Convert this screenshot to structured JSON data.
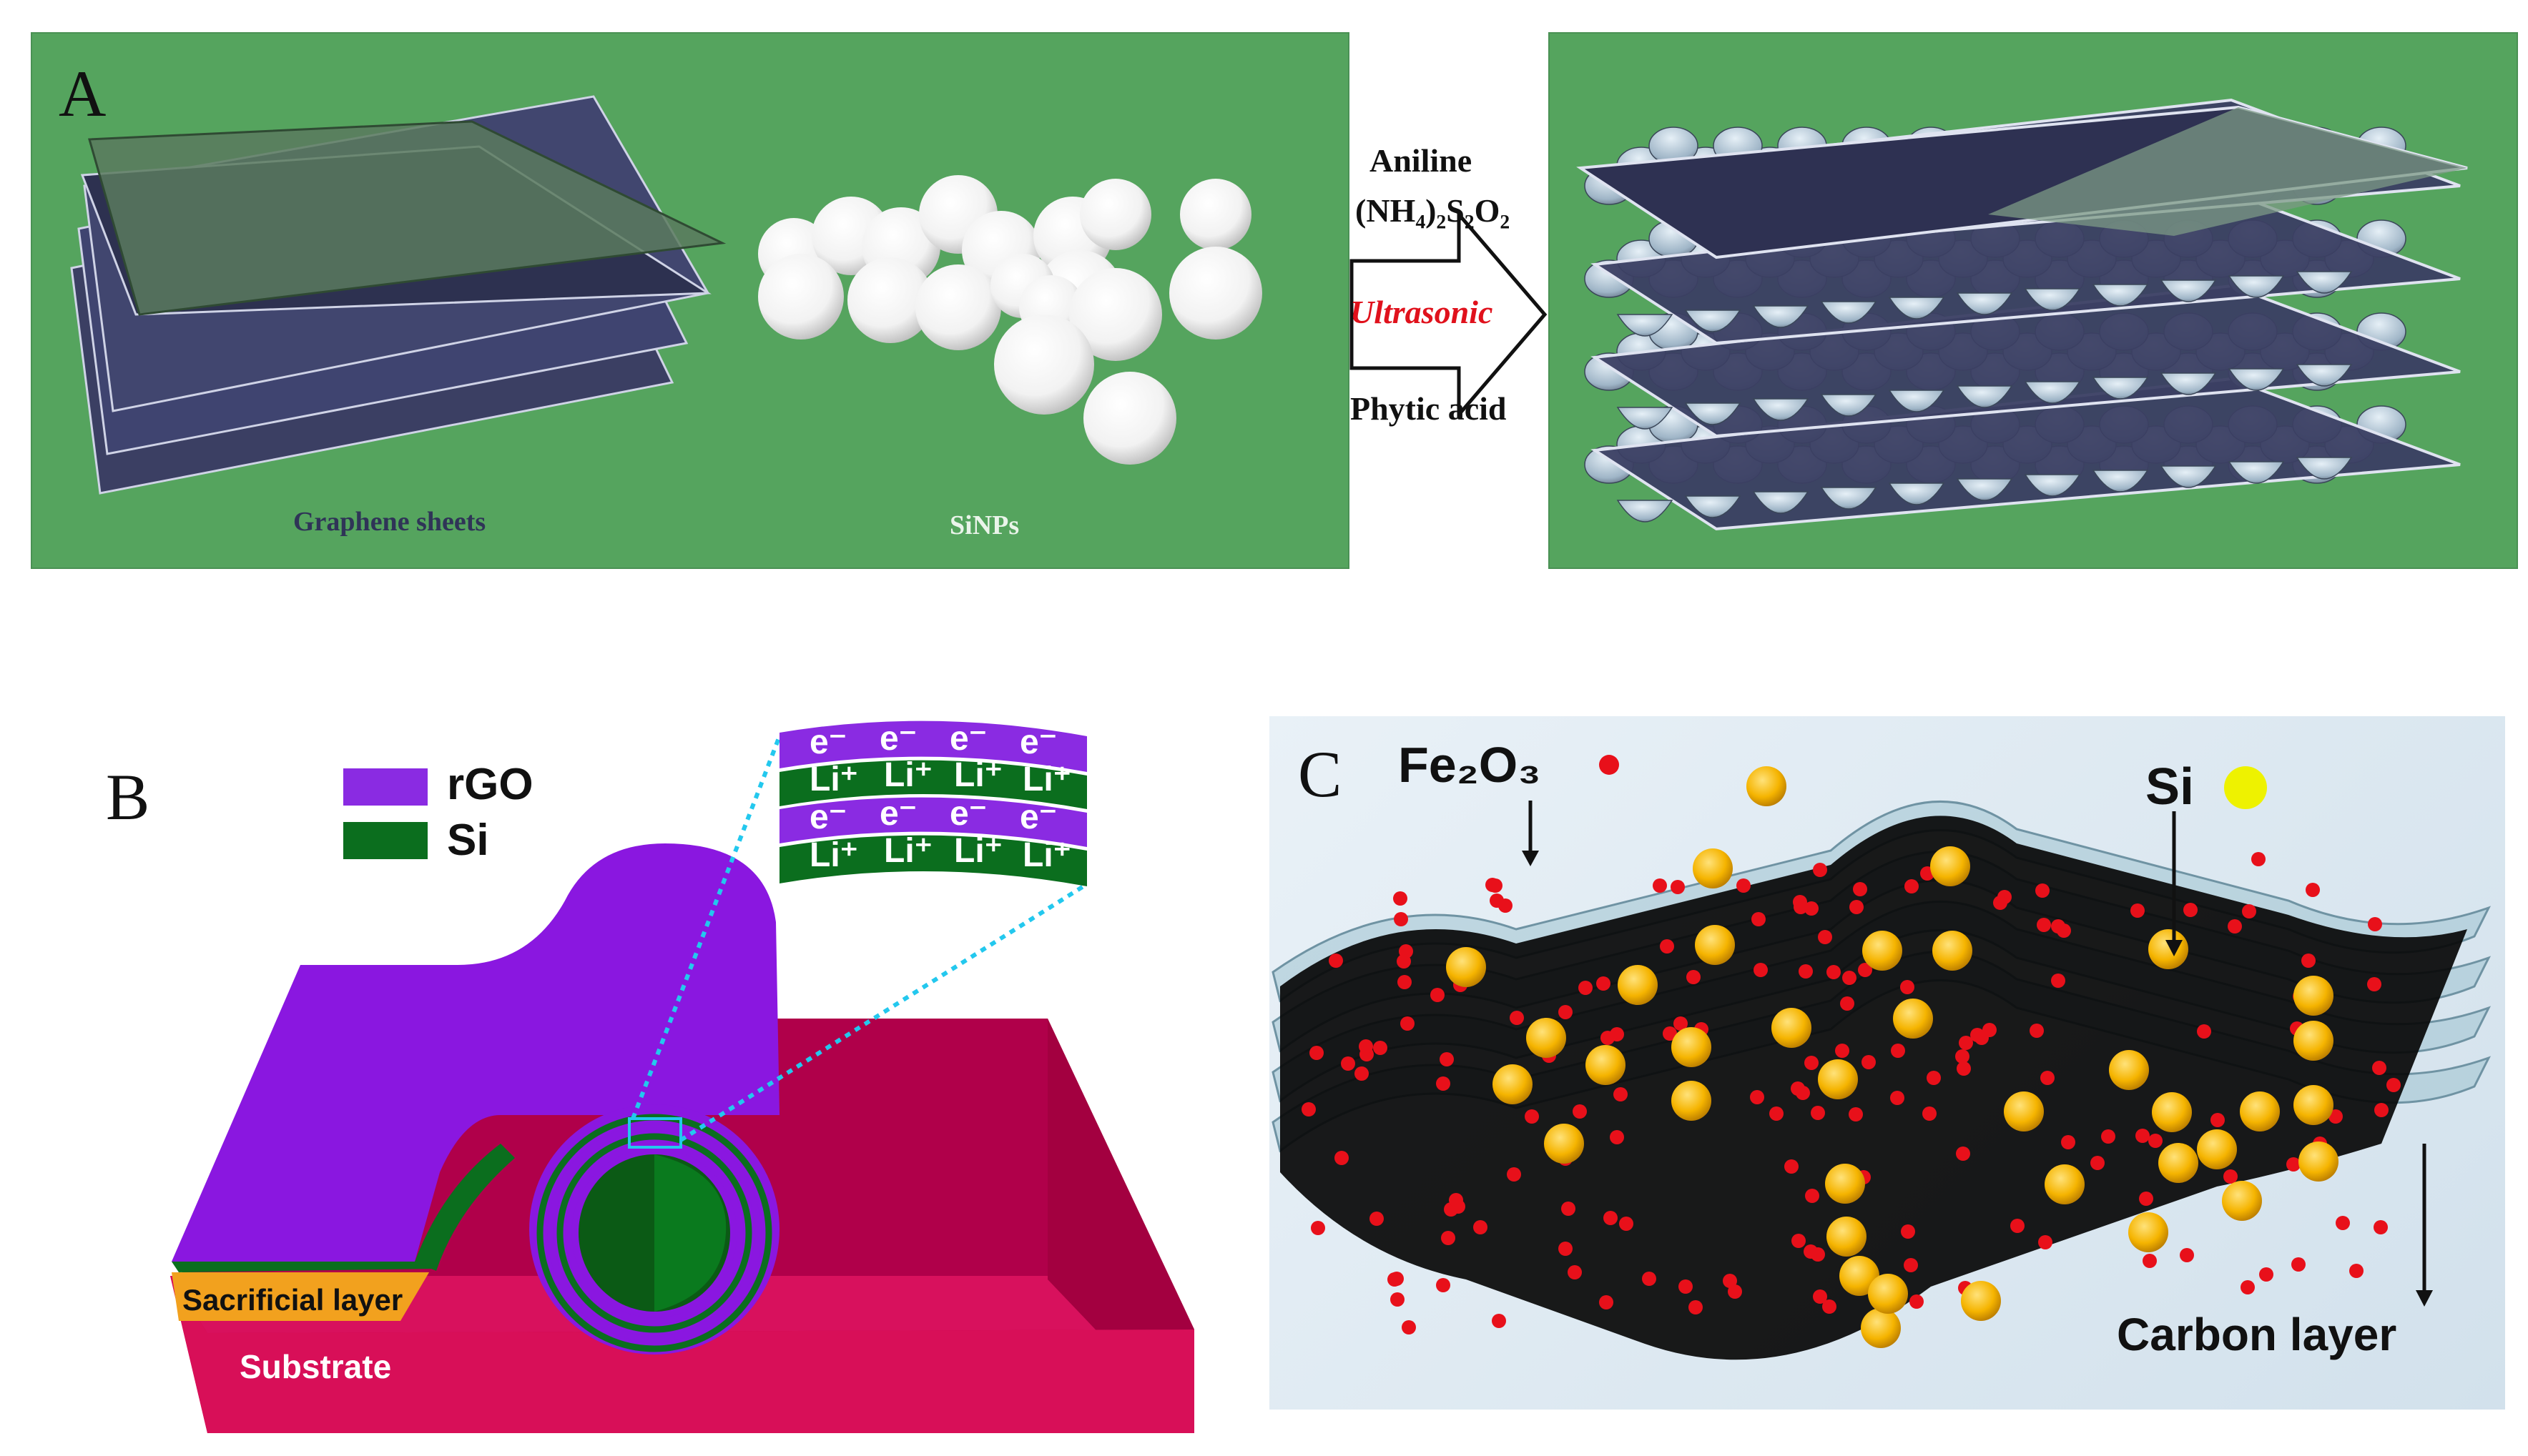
{
  "panels": {
    "a": {
      "letter": "A",
      "graphene_label": "Graphene sheets",
      "sinps_label": "SiNPs",
      "reagents": {
        "line1": "Aniline",
        "line2": "(NH₄)₂S₂O₂",
        "line3": "Ultrasonic",
        "line4": "Phytic acid"
      }
    },
    "b": {
      "letter": "B",
      "legend": [
        {
          "label": "rGO",
          "color": "#8a2be2"
        },
        {
          "label": "Si",
          "color": "#0b6e1e"
        }
      ],
      "inset_top_row": [
        "e⁻",
        "e⁻",
        "e⁻",
        "e⁻"
      ],
      "inset_mid_row": [
        "Li⁺",
        "Li⁺",
        "Li⁺",
        "Li⁺"
      ],
      "sacrificial_label": "Sacrificial layer",
      "substrate_label": "Substrate"
    },
    "c": {
      "letter": "C",
      "fe2o3_label": "Fe₂O₃",
      "si_label": "Si",
      "carbon_label": "Carbon layer"
    }
  },
  "colors": {
    "panel_green": "#55a45e",
    "sheet_navy": "#3b3f63",
    "ultrasonic_red": "#e0111c",
    "rgo_purple": "#8a2be2",
    "si_green": "#0b6e1e",
    "substrate_red": "#c6004d",
    "sacrificial_orange": "#f2a11e",
    "fe2o3_red": "#e8101a",
    "si_yellow": "#f5b400"
  }
}
